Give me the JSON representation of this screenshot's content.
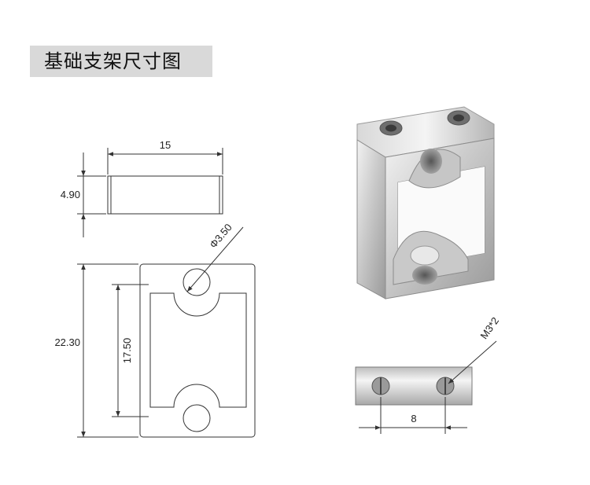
{
  "title": "基础支架尺寸图",
  "dimensions": {
    "side_width": "15",
    "side_height": "4.90",
    "hole_diameter": "Φ3.50",
    "outer_height": "22.30",
    "inner_height": "17.50",
    "thread": "M3*2",
    "hole_spacing": "8"
  },
  "colors": {
    "line": "#333333",
    "title_bg": "#d9d9d9",
    "metal_light": "#e6e6e6",
    "metal_dark": "#8c8c8c"
  }
}
